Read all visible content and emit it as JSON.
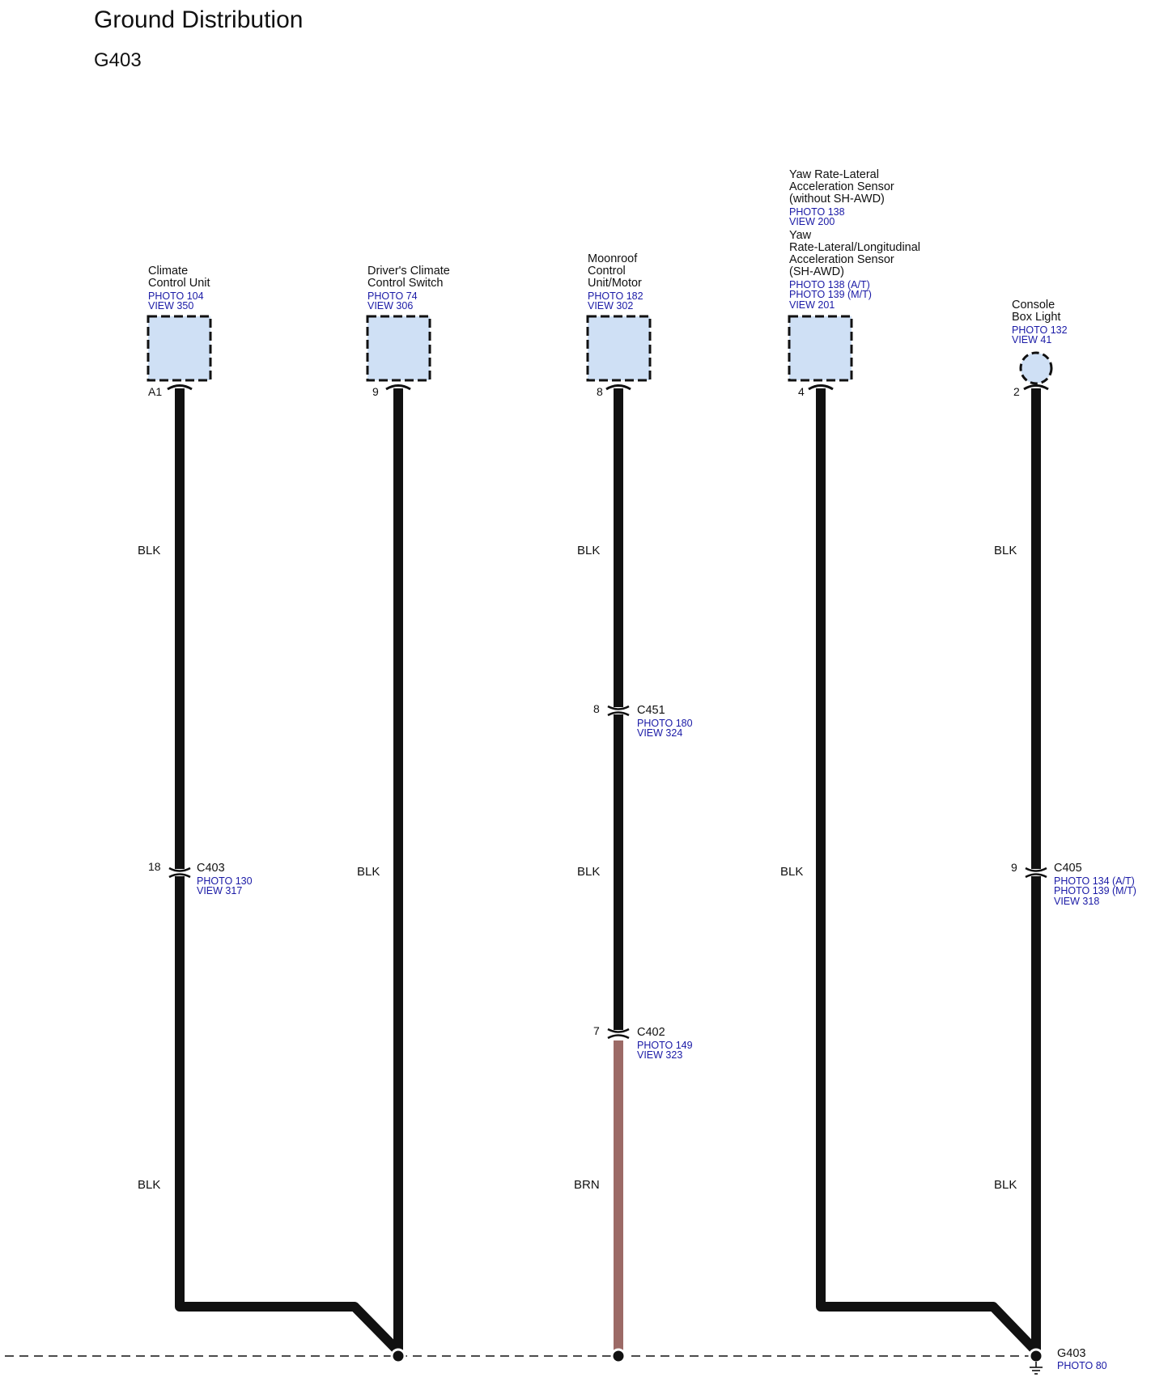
{
  "header": {
    "title": "Ground Distribution",
    "subtitle": "G403"
  },
  "colors": {
    "blk": "#111111",
    "brn": "#9c6a66",
    "ref": "#1a1aa6",
    "component_fill": "#cfe0f5"
  },
  "components": {
    "climate_unit": {
      "lines": [
        "Climate",
        "Control Unit"
      ],
      "refs": [
        "PHOTO 104",
        "VIEW 350"
      ],
      "pin": "A1"
    },
    "climate_switch": {
      "lines": [
        "Driver's Climate",
        "Control Switch"
      ],
      "refs": [
        "PHOTO 74",
        "VIEW 306"
      ],
      "pin": "9"
    },
    "moonroof": {
      "lines": [
        "Moonroof",
        "Control",
        "Unit/Motor"
      ],
      "refs": [
        "PHOTO 182",
        "VIEW 302"
      ],
      "pin": "8"
    },
    "yaw_rate": {
      "lines_a": [
        "Yaw Rate-Lateral",
        "Acceleration Sensor",
        "(without SH-AWD)"
      ],
      "refs_a": [
        "PHOTO 138",
        "VIEW 200"
      ],
      "lines_b": [
        "Yaw",
        "Rate-Lateral/Longitudinal",
        "Acceleration Sensor",
        "(SH-AWD)"
      ],
      "refs_b": [
        "PHOTO 138 (A/T)",
        "PHOTO 139 (M/T)",
        "VIEW 201"
      ],
      "pin": "4"
    },
    "console_light": {
      "lines": [
        "Console",
        "Box Light"
      ],
      "refs": [
        "PHOTO 132",
        "VIEW 41"
      ],
      "pin": "2"
    }
  },
  "connectors": {
    "c403": {
      "name": "C403",
      "pin": "18",
      "refs": [
        "PHOTO 130",
        "VIEW 317"
      ]
    },
    "c451": {
      "name": "C451",
      "pin": "8",
      "refs": [
        "PHOTO 180",
        "VIEW 324"
      ]
    },
    "c402": {
      "name": "C402",
      "pin": "7",
      "refs": [
        "PHOTO 149",
        "VIEW 323"
      ]
    },
    "c405": {
      "name": "C405",
      "pin": "9",
      "refs": [
        "PHOTO 134 (A/T)",
        "PHOTO 139 (M/T)",
        "VIEW 318"
      ]
    }
  },
  "wire_colors": {
    "col1_upper": "BLK",
    "col1_lower": "BLK",
    "col2": "BLK",
    "col3_upper": "BLK",
    "col3_middle": "BLK",
    "col3_lower": "BRN",
    "col4": "BLK",
    "col5_upper": "BLK",
    "col5_lower": "BLK"
  },
  "ground": {
    "name": "G403",
    "ref": "PHOTO 80"
  }
}
